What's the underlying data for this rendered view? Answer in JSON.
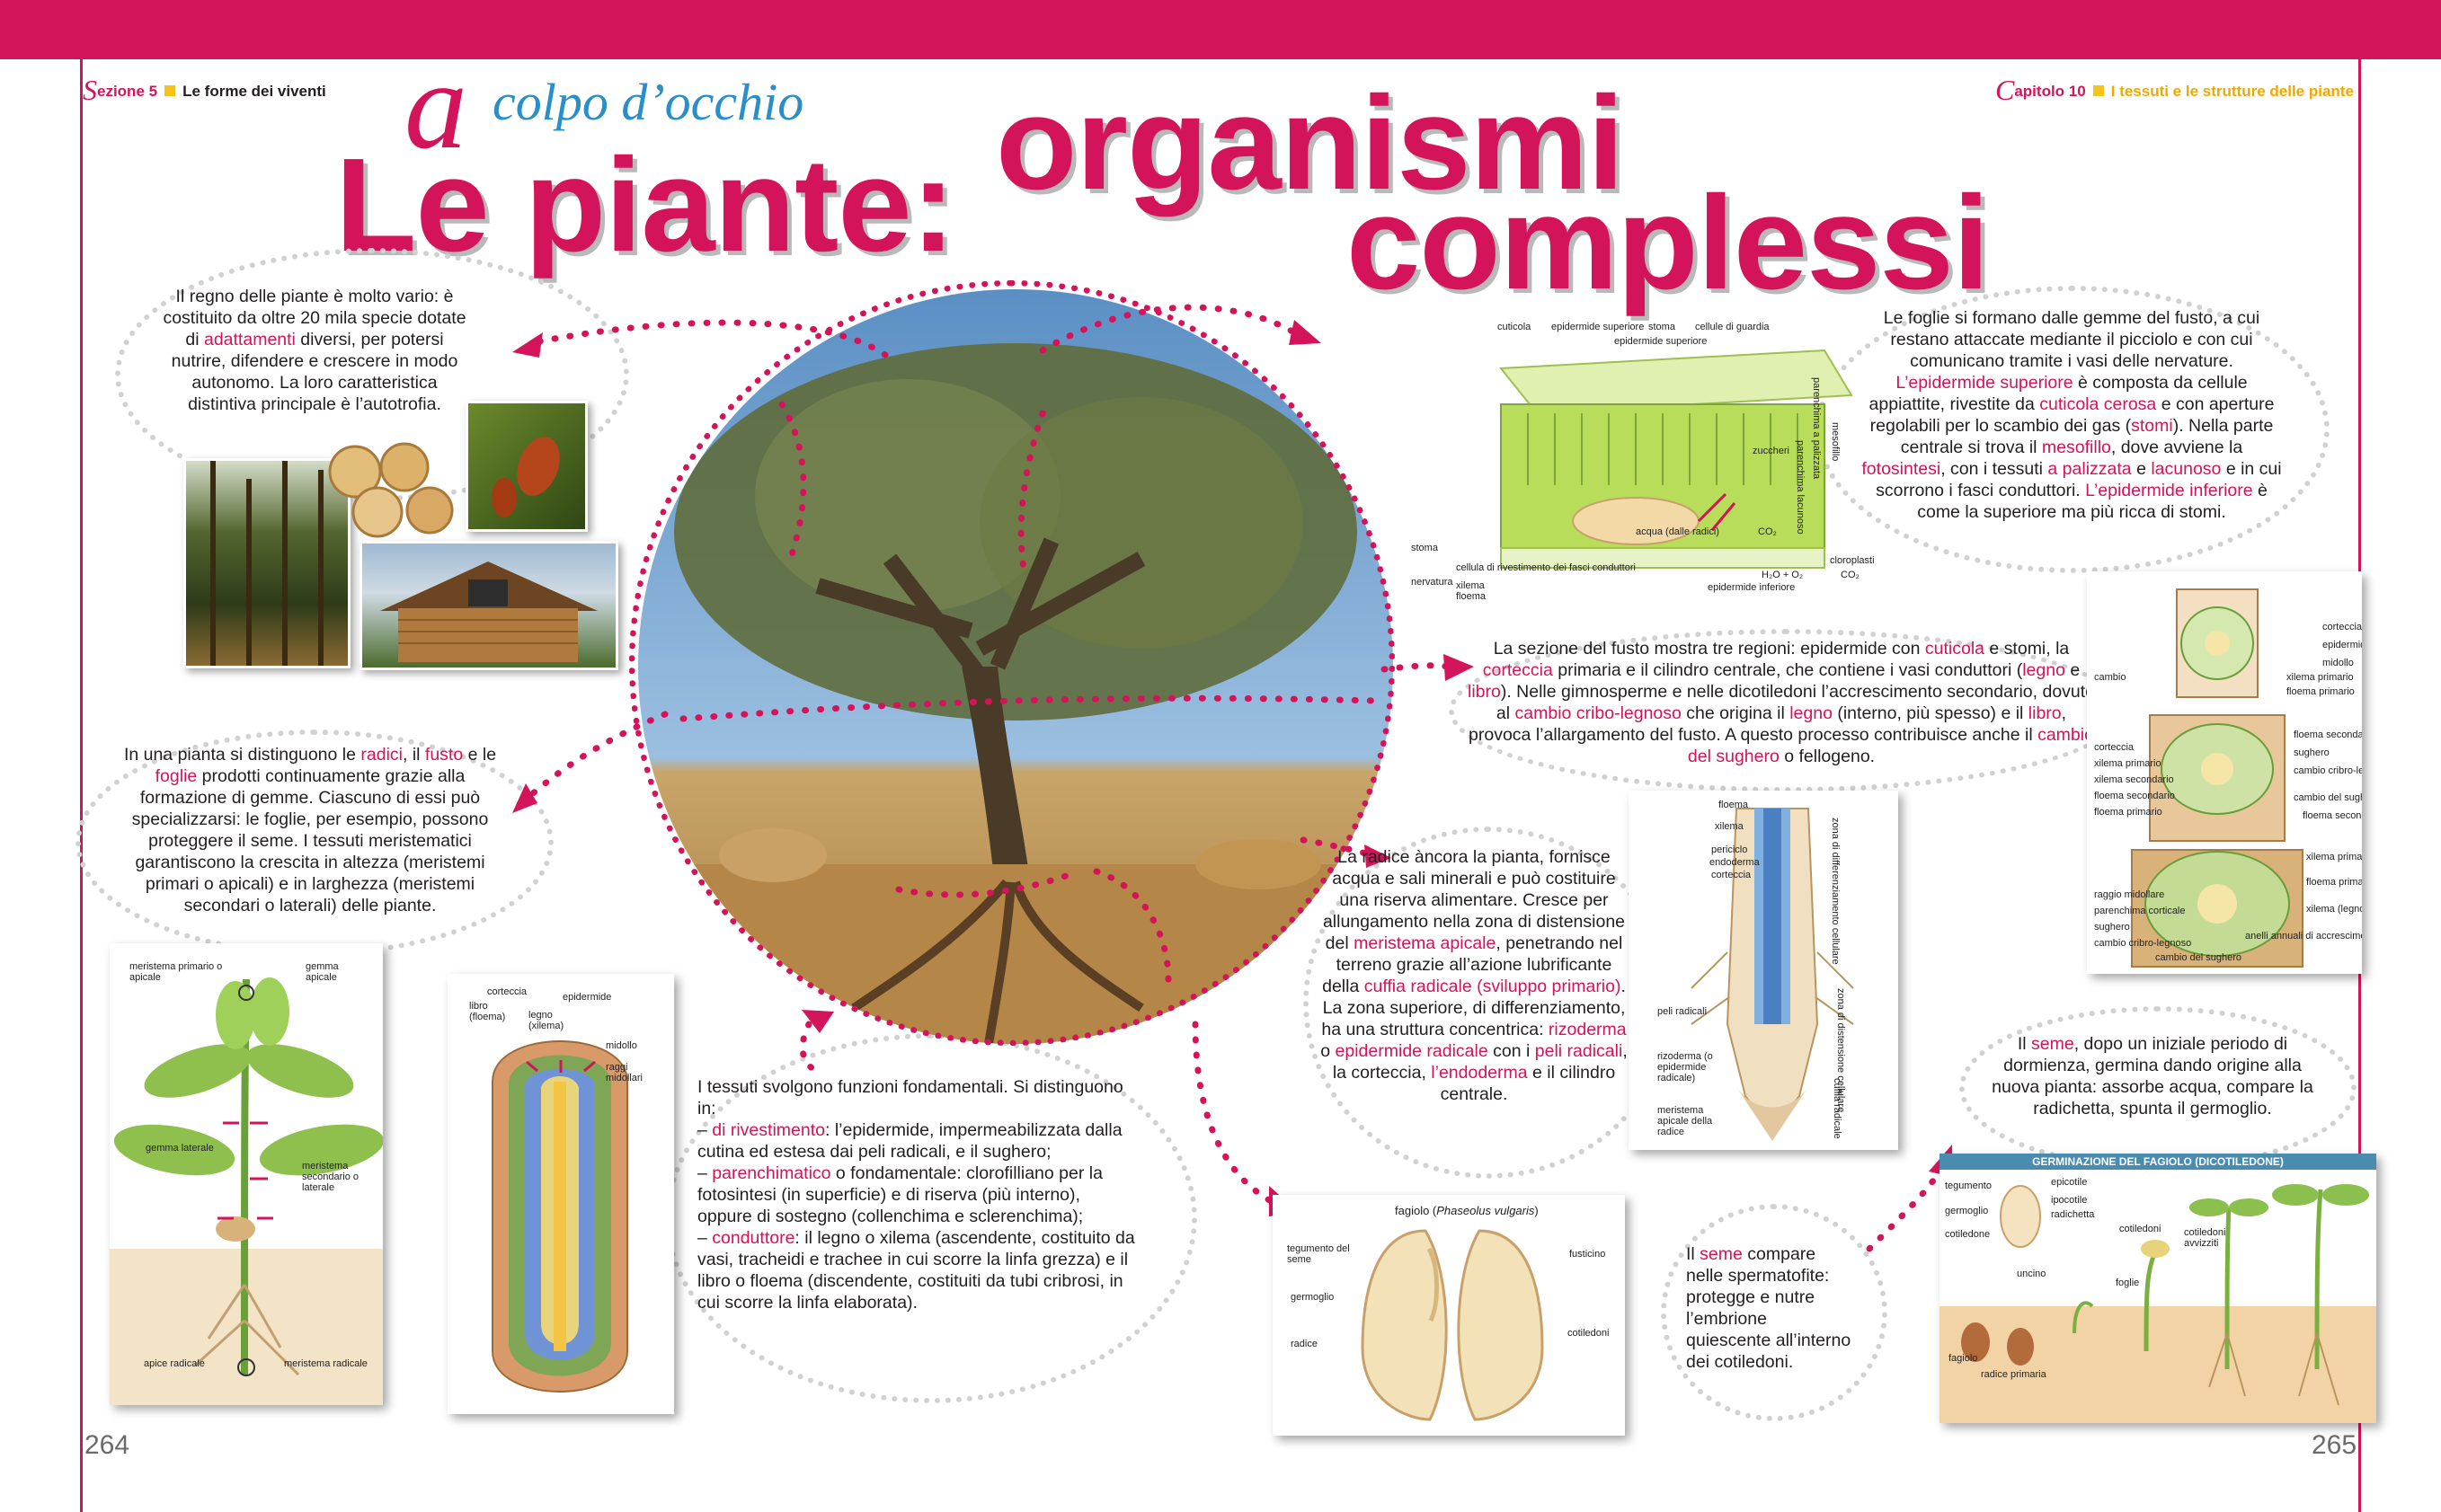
{
  "header": {
    "left": {
      "cap": "S",
      "prefix": "ezione",
      "number": "5",
      "title": "Le forme dei viventi"
    },
    "right": {
      "cap": "C",
      "prefix": "apitolo",
      "number": "10",
      "title": "I tessuti e le strutture delle piante"
    }
  },
  "page_numbers": {
    "left": "264",
    "right": "265"
  },
  "title": {
    "kicker_cap": "a",
    "kicker_rest": "colpo d’occhio",
    "line1": "Le piante:",
    "line2": "organismi",
    "line3": "complessi"
  },
  "colors": {
    "accent": "#d4145a",
    "kicker_blue": "#2a8fc8",
    "dots": "#d1d1d1",
    "title_yellow": "#f7c31b"
  },
  "texts": {
    "regno": {
      "p1": "Il regno delle piante è molto vario: è costituito da oltre 20 mila specie dotate di ",
      "h1": "adattamenti",
      "p2": " diversi, per potersi nutrire, difendere e crescere in modo autonomo. La loro caratteristica distintiva principale è l’autotrofia."
    },
    "organi": {
      "p1": "In una pianta si distinguono le ",
      "h1": "radici",
      "p2": ", il ",
      "h2": "fusto",
      "p3": " e le ",
      "h3": "foglie",
      "p4": " prodotti continuamente grazie alla formazione di gemme. Ciascuno di essi può specializzarsi: le foglie, per esempio, possono proteggere il seme. I tessuti meristematici garantiscono la crescita in altezza (meristemi primari o apicali) e in larghezza (meristemi secondari o laterali) delle piante."
    },
    "tessuti": {
      "intro": "I tessuti svolgono funzioni fondamentali. Si distinguono in:",
      "h1": "di rivestimento",
      "p1": ": l’epidermide, impermeabilizzata dalla cutina ed estesa dai peli radicali, e il sughero;",
      "h2": "parenchimatico",
      "p2": " o fondamentale: clorofilliano per la fotosintesi (in superficie) e di riserva (più interno), oppure di sostegno (collenchima e sclerenchima);",
      "h3": "conduttore",
      "p3": ": il legno o xilema (ascendente, costituito da vasi, tracheidi e trachee in cui scorre la linfa grezza) e il libro o floema (discendente, costituiti da tubi cribrosi, in cui scorre la linfa elaborata)."
    },
    "foglie": {
      "p1": "Le foglie si formano dalle gemme del fusto, a cui restano attaccate mediante il picciolo e con cui comunicano tramite i vasi delle nervature. ",
      "h1": "L’epidermide superiore",
      "p2": " è composta da cellule appiattite, rivestite da ",
      "h2": "cuticola cerosa",
      "p3": " e con aperture regolabili per lo scambio dei gas (",
      "h3": "stomi",
      "p4": "). Nella parte centrale si trova il ",
      "h4": "mesofillo",
      "p5": ", dove avviene la ",
      "h5": "fotosintesi",
      "p6": ", con i tessuti ",
      "h6": "a palizzata",
      "p7": " e ",
      "h7": "lacunoso",
      "p8": " e in cui scorrono i fasci conduttori. ",
      "h8": "L’epidermide inferiore",
      "p9": " è come la superiore ma più ricca di stomi."
    },
    "fusto": {
      "p1": "La sezione del fusto mostra tre regioni: epidermide con ",
      "h1": "cuticola",
      "p2": " e stomi, la ",
      "h2": "corteccia",
      "p3": " primaria e il cilindro centrale, che contiene i vasi conduttori (",
      "h3": "legno",
      "p4": " e ",
      "h4": "libro",
      "p5": "). Nelle gimnosperme e nelle dicotiledoni l’accrescimento secondario, dovuto al ",
      "h5": "cambio cribo-legnoso",
      "p6": " che origina il ",
      "h6": "legno",
      "p7": " (interno, più spesso) e il ",
      "h7": "libro",
      "p8": ", provoca l’allargamento del fusto. A questo processo contribuisce anche il ",
      "h8": "cambio del sughero",
      "p9": " o fellogeno."
    },
    "radice": {
      "p1": "La radice àncora la pianta, fornisce acqua e sali minerali e può costituire una riserva alimentare. Cresce per allungamento nella zona di distensione del ",
      "h1": "meristema apicale",
      "p2": ", penetrando nel terreno grazie all’azione lubrificante della ",
      "h2": "cuffia radicale (sviluppo primario)",
      "p3": ". La zona superiore, di differenziamento, ha una struttura concentrica: ",
      "h3": "rizoderma",
      "p4": " o ",
      "h4": "epidermide radicale",
      "p5": " con i ",
      "h5": "peli radicali",
      "p6": ", la corteccia, ",
      "h6": "l’endoderma",
      "p7": " e il cilindro centrale."
    },
    "seme_top": {
      "p1": "Il ",
      "h1": "seme",
      "p2": ", dopo un iniziale periodo di dormienza, germina dando origine alla nuova pianta: assorbe acqua, compare la radichetta, spunta il germoglio."
    },
    "seme_bottom": {
      "p1": "Il ",
      "h1": "seme",
      "p2": " compare nelle spermatofite: protegge e nutre l’embrione quiescente all’interno dei cotiledoni."
    }
  },
  "diagrams": {
    "plant": [
      "meristema primario o apicale",
      "gemma apicale",
      "gemma laterale",
      "meristema secondario o laterale",
      "apice radicale",
      "meristema radicale"
    ],
    "apex": [
      "corteccia",
      "libro (floema)",
      "legno (xilema)",
      "epidermide",
      "midollo",
      "raggi midollari"
    ],
    "leaf": [
      "cuticola",
      "epidermide superiore",
      "stoma",
      "cellule di guardia",
      "parenchima a palizzata",
      "parenchima lacunoso",
      "mesofillo",
      "zuccheri",
      "acqua (dalle radici)",
      "CO₂",
      "cloroplasti",
      "stoma",
      "nervatura",
      "cellula di rivestimento dei fasci conduttori",
      "xilema",
      "floema",
      "H₂O + O₂",
      "CO₂",
      "epidermide inferiore"
    ],
    "stem": [
      "corteccia",
      "epidermide",
      "midollo",
      "xilema primario",
      "floema primario",
      "cambio",
      "floema secondario",
      "sughero",
      "corteccia",
      "xilema primario",
      "xilema secondario",
      "floema secondario",
      "floema primario",
      "cambio cribro-legnoso",
      "cambio del sughero",
      "floema secondario",
      "xilema primario",
      "raggio midollare",
      "parenchima corticale",
      "sughero",
      "cambio cribro-legnoso",
      "cambio del sughero",
      "floema primario",
      "xilema (legno) secondario",
      "anelli annuali di accrescimento"
    ],
    "root": [
      "floema",
      "xilema",
      "periciclo",
      "endoderma",
      "corteccia",
      "zona di differenziamento cellulare",
      "peli radicali",
      "rizoderma (o epidermide radicale)",
      "zona di distensione cellulare",
      "cuffia radicale",
      "meristema apicale della radice"
    ],
    "bean": [
      "fagiolo (",
      "Phaseolus vulgaris",
      ")",
      "tegumento del seme",
      "fusticino",
      "germoglio",
      "radice",
      "cotiledoni"
    ],
    "germination": [
      "GERMINAZIONE DEL FAGIOLO (DICOTILEDONE)",
      "tegumento",
      "epicotile",
      "germoglio",
      "ipocotile",
      "cotiledone",
      "radichetta",
      "cotiledoni",
      "cotiledoni avvizziti",
      "uncino",
      "foglie",
      "fagiolo",
      "radice primaria"
    ]
  }
}
